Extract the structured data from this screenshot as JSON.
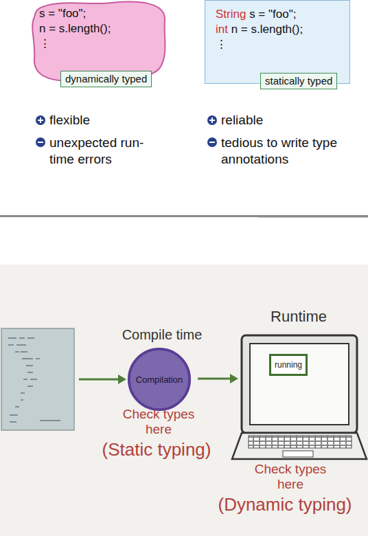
{
  "diagram": {
    "nodes": [
      {
        "text": [
          "s = \"foo\";",
          "n = s.length();",
          "⋮"
        ]
      },
      {
        "text": [
          "dynamically typed"
        ],
        "in": 0
      },
      {
        "text": [
          "String s = \"foo\";",
          "int n = s.length();",
          "⋮"
        ]
      },
      {
        "text": [
          "statically typed"
        ],
        "in": 2
      },
      {
        "text": [
          "Compilation"
        ]
      },
      {
        "text": [
          "running"
        ]
      }
    ],
    "labels": [
      "flexible",
      "unexpected run-time errors",
      "reliable",
      "tedious to write type annotations",
      "Compile time",
      "Check types here",
      "(Static typing)",
      "Runtime",
      "Check types here",
      "(Dynamic typing)"
    ]
  }
}
